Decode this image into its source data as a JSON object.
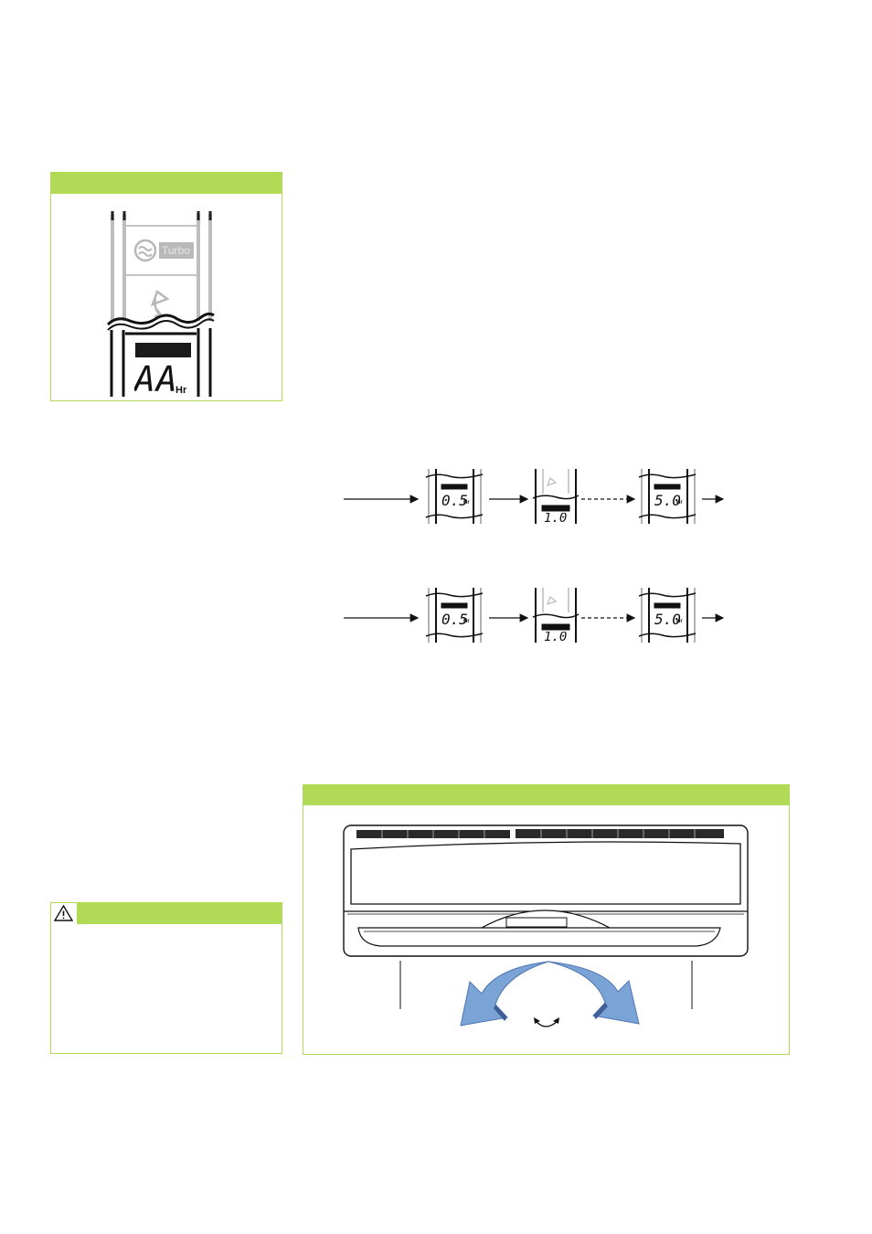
{
  "remote_panel": {
    "turbo_label": "Turbo",
    "display_digits": "AA",
    "display_unit": "Hr"
  },
  "timer_sequence": {
    "step1_value": "0.5",
    "step1_unit": "Hr",
    "step2_value": "1.0",
    "step3_value": "5.0",
    "step3_unit": "Hr"
  },
  "colors": {
    "accent_green": "#b1db56",
    "airflow_blue": "#7aa3d6",
    "airflow_dark": "#3f5f99"
  },
  "icons": [
    "warning-icon",
    "turbo-icon",
    "swing-icon",
    "arrow-right-icon"
  ]
}
